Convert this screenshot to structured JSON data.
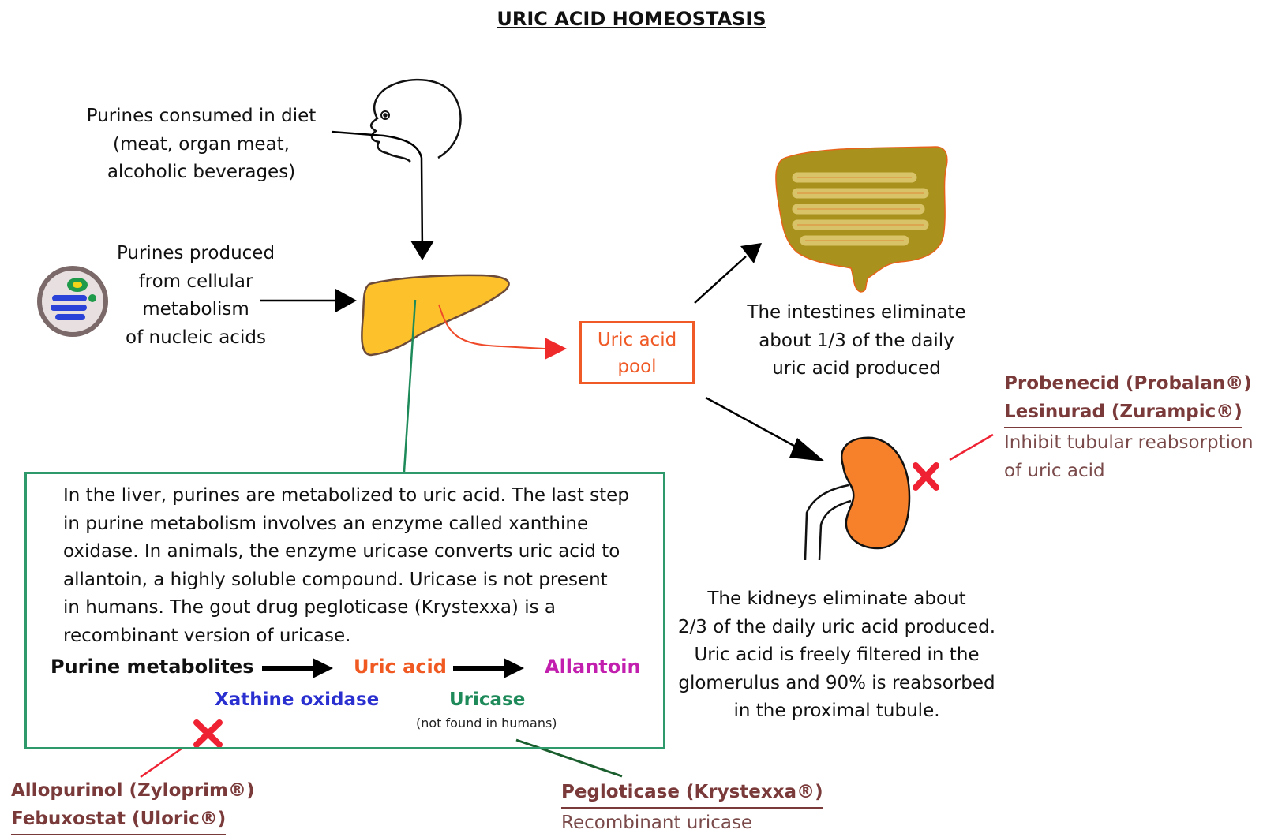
{
  "title": "URIC ACID HOMEOSTASIS",
  "diet_source": {
    "lines": [
      "Purines consumed in diet",
      "(meat, organ meat,",
      "alcoholic beverages)"
    ]
  },
  "cellular_source": {
    "lines": [
      "Purines produced",
      "from cellular",
      "metabolism",
      "of nucleic acids"
    ]
  },
  "uric_acid_pool": {
    "lines": [
      "Uric acid",
      "pool"
    ]
  },
  "intestines": {
    "lines": [
      "The intestines eliminate",
      "about 1/3 of the daily",
      "uric acid produced"
    ]
  },
  "kidneys": {
    "lines": [
      "The kidneys eliminate about",
      "2/3 of the daily uric acid produced.",
      "Uric acid is freely filtered in the",
      "glomerulus and 90% is reabsorbed",
      "in the proximal tubule."
    ]
  },
  "liver_box": {
    "lines": [
      "In the liver, purines are metabolized to uric acid. The last step",
      "in purine metabolism involves an enzyme called xanthine",
      "oxidase. In animals, the enzyme uricase converts uric acid to",
      "allantoin, a highly soluble compound. Uricase is not present",
      "in humans. The gout drug pegloticase (Krystexxa) is a",
      "recombinant version of uricase."
    ],
    "pathway": {
      "step1": "Purine metabolites",
      "step2": "Uric acid",
      "step3": "Allantoin",
      "enzyme1": "Xathine oxidase",
      "enzyme2": "Uricase",
      "enzyme2_note": "(not found in humans)"
    }
  },
  "drugs": {
    "renal": {
      "names": [
        "Probenecid (Probalan®)",
        "Lesinurad (Zurampic®)"
      ],
      "desc": [
        "Inhibit tubular reabsorption",
        "of uric acid"
      ]
    },
    "xo_inhibitors": {
      "names": [
        "Allopurinol (Zyloprim®)",
        "Febuxostat (Uloric®)"
      ]
    },
    "recombinant": {
      "names": [
        "Pegloticase (Krystexxa®)"
      ],
      "desc": [
        "Recombinant uricase"
      ]
    }
  },
  "colors": {
    "pool": "#ef5a26",
    "box_border": "#2e9a6c",
    "drug_name": "#7a3a3a",
    "inhibition_x": "#ee2233",
    "liver": "#fdc22b",
    "kidney": "#f7812a",
    "intestine": "#a8921d"
  }
}
